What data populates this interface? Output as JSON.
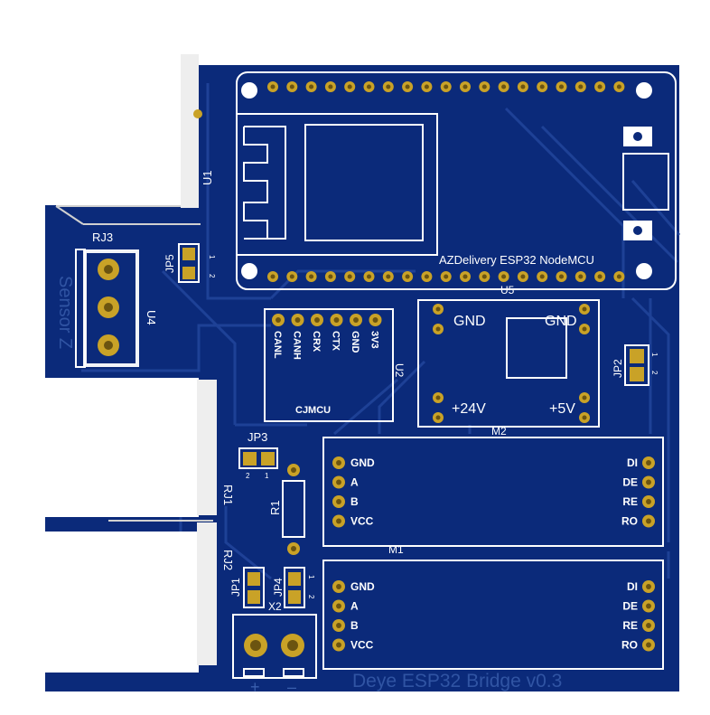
{
  "board": {
    "title": "Deye ESP32 Bridge v0.3",
    "side_text": "Sensor Z",
    "colors": {
      "pcb": "#0b2a7a",
      "pcb_dark": "#082064",
      "trace": "#21449a",
      "silk": "#ffffff",
      "pad": "#c9a227",
      "pad_hole": "#6b5410",
      "connector_body": "#ffffff",
      "terminal_green": "#0f5a9a"
    }
  },
  "labels": {
    "rj3": "RJ3",
    "rj1": "RJ1",
    "rj2": "RJ2",
    "u1": "U1",
    "u2": "U2",
    "u4": "U4",
    "u5": "U5",
    "m1": "M1",
    "m2": "M2",
    "r1": "R1",
    "x2": "X2",
    "jp1": "JP1",
    "jp2": "JP2",
    "jp3": "JP3",
    "jp4": "JP4",
    "jp5": "JP5",
    "esp32": "AZDelivery ESP32 NodeMCU",
    "cjmcu": "CJMCU",
    "plus": "+",
    "minus": "–"
  },
  "pin_numbers": {
    "one": "1",
    "two": "2"
  },
  "cjmcu_pins": [
    "CANL",
    "CANH",
    "CRX",
    "CTX",
    "GND",
    "3V3"
  ],
  "dcdc": {
    "gnd_left": "GND",
    "gnd_right": "GND",
    "vin": "+24V",
    "vout": "+5V"
  },
  "rs485_left": [
    "GND",
    "A",
    "B",
    "VCC"
  ],
  "rs485_right": [
    "DI",
    "DE",
    "RE",
    "RO"
  ]
}
